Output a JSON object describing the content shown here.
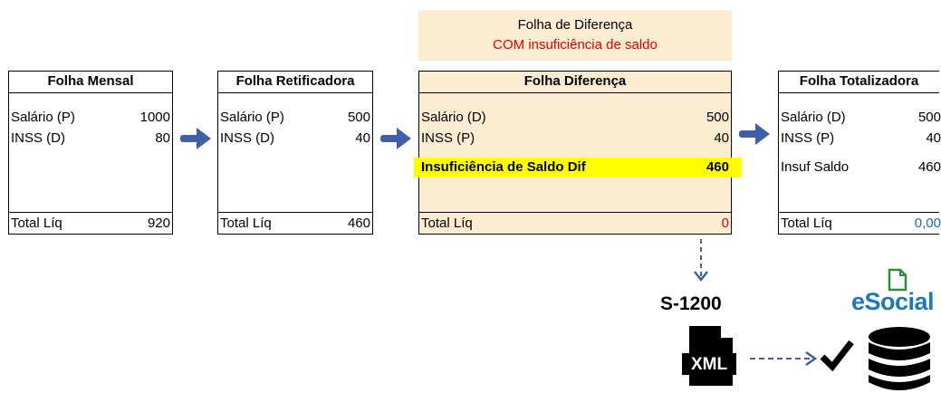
{
  "title": {
    "line1": "Folha de Diferença",
    "line2": "COM insuficiência de saldo"
  },
  "boxes": {
    "mensal": {
      "header": "Folha Mensal",
      "rows": [
        {
          "label": "Salário (P)",
          "value": "1000"
        },
        {
          "label": "INSS (D)",
          "value": "80"
        }
      ],
      "total": {
        "label": "Total Líq",
        "value": "920"
      }
    },
    "retificadora": {
      "header": "Folha Retificadora",
      "rows": [
        {
          "label": "Salário (P)",
          "value": "500"
        },
        {
          "label": "INSS (D)",
          "value": "40"
        }
      ],
      "total": {
        "label": "Total Líq",
        "value": "460"
      }
    },
    "diferenca": {
      "header": "Folha Diferença",
      "rows": [
        {
          "label": "Salário (D)",
          "value": "500"
        },
        {
          "label": "INSS (P)",
          "value": "40"
        },
        {
          "label": "Insuficiência de Saldo Dif",
          "value": "460"
        }
      ],
      "total": {
        "label": "Total Líq",
        "value": "0"
      }
    },
    "totalizadora": {
      "header": "Folha Totalizadora",
      "rows": [
        {
          "label": "Salário (D)",
          "value": "500"
        },
        {
          "label": "INSS (P)",
          "value": "40"
        },
        {
          "label": "Insuf Saldo",
          "value": "460"
        }
      ],
      "total": {
        "label": "Total Líq",
        "value": "0,00"
      }
    }
  },
  "event_code": "S-1200",
  "xml_label": "XML",
  "esocial_logo": "eSocial",
  "colors": {
    "beige": "#fcecd2",
    "highlight": "#ffff00",
    "arrow": "#3f5fa6",
    "red": "#e30000",
    "blue": "#1f63c8"
  },
  "icons": [
    "arrow-right-icon",
    "dashed-down-arrow-icon",
    "xml-file-icon",
    "dashed-right-arrow-icon",
    "checkmark-icon",
    "database-icon",
    "esocial-logo"
  ]
}
